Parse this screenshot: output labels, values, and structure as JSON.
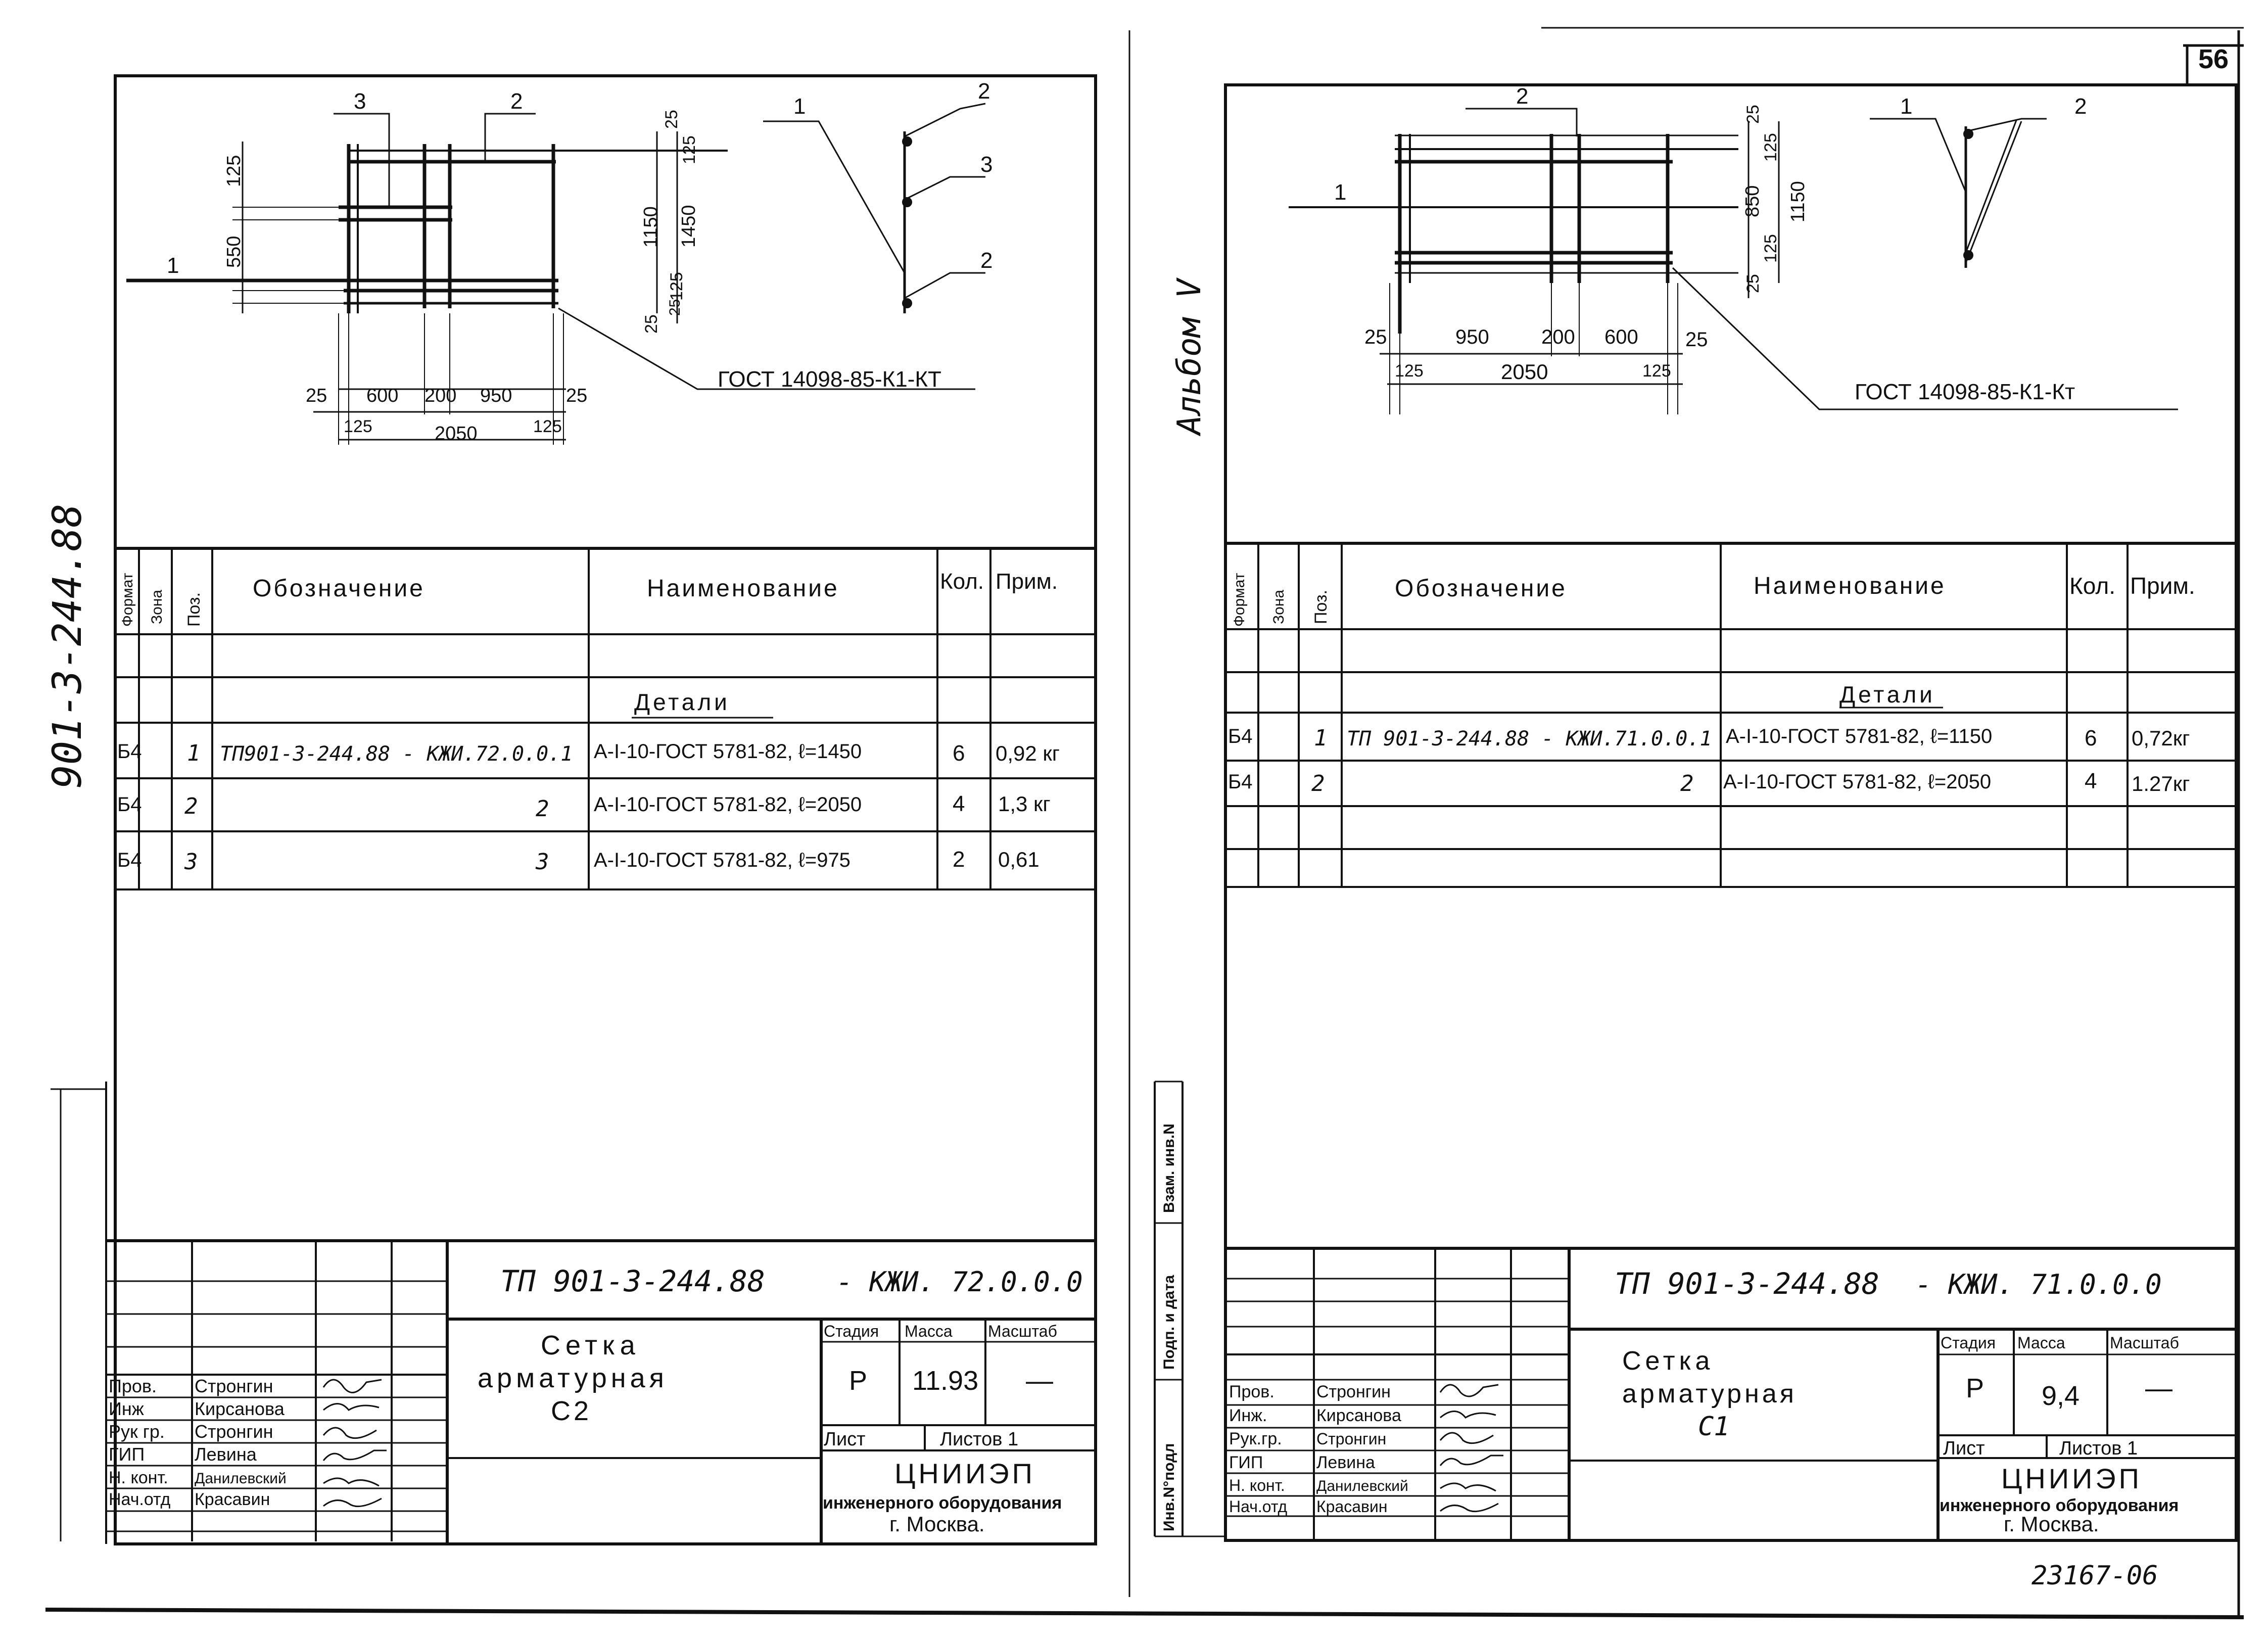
{
  "page_number": "56",
  "album_label": "Альбом V",
  "side_code": "901-3-244.88",
  "bottom_code": "23167-06",
  "left_sheet": {
    "drawing": {
      "pos_labels": [
        "3",
        "2",
        "1"
      ],
      "dims_vertical": [
        "125",
        "550",
        "1150",
        "1450",
        "25",
        "125",
        "25",
        "125",
        "25"
      ],
      "dims_horizontal": [
        "25",
        "600",
        "200",
        "950",
        "25",
        "125",
        "2050",
        "125"
      ],
      "section_labels": [
        "1",
        "2",
        "3",
        "2"
      ],
      "gost_note": "ГОСТ 14098-85-К1-КТ"
    },
    "spec": {
      "headers": {
        "format": "Формат",
        "zone": "Зона",
        "pos": "Поз.",
        "designation": "Обозначение",
        "name": "Наименование",
        "qty": "Кол.",
        "note": "Прим."
      },
      "section_title": "Детали",
      "rows": [
        {
          "format": "Б4",
          "pos": "1",
          "designation": "ТП901-3-244.88 - КЖИ.72.0.0.1",
          "name": "А-I-10-ГОСТ 5781-82, ℓ=1450",
          "qty": "6",
          "note": "0,92 кг"
        },
        {
          "format": "Б4",
          "pos": "2",
          "designation": "2",
          "name": "А-I-10-ГОСТ 5781-82, ℓ=2050",
          "qty": "4",
          "note": "1,3 кг"
        },
        {
          "format": "Б4",
          "pos": "3",
          "designation": "3",
          "name": "А-I-10-ГОСТ 5781-82, ℓ=975",
          "qty": "2",
          "note": "0,61"
        }
      ]
    },
    "stamp": {
      "doc_code": "ТП 901-3-244.88",
      "doc_suffix": "- КЖИ. 72.0.0.0",
      "title_lines": [
        "Сетка",
        "арматурная",
        "С2"
      ],
      "stage_header": "Стадия",
      "mass_header": "Масса",
      "scale_header": "Масштаб",
      "stage": "Р",
      "mass": "11.93",
      "scale": "—",
      "sheet_label": "Лист",
      "sheets_label": "Листов 1",
      "org_lines": [
        "ЦНИИЭП",
        "инженерного оборудования",
        "г. Москва."
      ],
      "signers": [
        {
          "role": "Пров.",
          "name": "Стронгин"
        },
        {
          "role": "Инж",
          "name": "Кирсанова"
        },
        {
          "role": "Рук гр.",
          "name": "Стронгин"
        },
        {
          "role": "ГИП",
          "name": "Левина"
        },
        {
          "role": "Н. конт.",
          "name": "Данилевский"
        },
        {
          "role": "Нач.отд",
          "name": "Красавин"
        }
      ]
    }
  },
  "right_sheet": {
    "drawing": {
      "pos_labels": [
        "2",
        "1"
      ],
      "dims_vertical": [
        "25",
        "125",
        "850",
        "1150",
        "125",
        "25"
      ],
      "dims_horizontal": [
        "25",
        "950",
        "200",
        "600",
        "25",
        "125",
        "2050",
        "125"
      ],
      "section_labels": [
        "1",
        "2"
      ],
      "gost_note": "ГОСТ 14098-85-К1-Кт"
    },
    "side_labels": [
      "Взам. инв.N",
      "Подп. и дата",
      "Инв.N°подл"
    ],
    "spec": {
      "headers": {
        "format": "Формат",
        "zone": "Зона",
        "pos": "Поз.",
        "designation": "Обозначение",
        "name": "Наименование",
        "qty": "Кол.",
        "note": "Прим."
      },
      "section_title": "Детали",
      "rows": [
        {
          "format": "Б4",
          "pos": "1",
          "designation": "ТП 901-3-244.88 - КЖИ.71.0.0.1",
          "name": "А-I-10-ГОСТ 5781-82, ℓ=1150",
          "qty": "6",
          "note": "0,72кг"
        },
        {
          "format": "Б4",
          "pos": "2",
          "designation": "2",
          "name": "А-I-10-ГОСТ 5781-82, ℓ=2050",
          "qty": "4",
          "note": "1.27кг"
        }
      ]
    },
    "stamp": {
      "doc_code": "ТП 901-3-244.88",
      "doc_suffix": "- КЖИ. 71.0.0.0",
      "title_lines": [
        "Сетка",
        "арматурная",
        "С1"
      ],
      "stage_header": "Стадия",
      "mass_header": "Масса",
      "scale_header": "Масштаб",
      "stage": "Р",
      "mass": "9,4",
      "scale": "—",
      "sheet_label": "Лист",
      "sheets_label": "Листов 1",
      "org_lines": [
        "ЦНИИЭП",
        "инженерного оборудования",
        "г. Москва."
      ],
      "signers": [
        {
          "role": "Пров.",
          "name": "Стронгин"
        },
        {
          "role": "Инж.",
          "name": "Кирсанова"
        },
        {
          "role": "Рук.гр.",
          "name": "Стронгин"
        },
        {
          "role": "ГИП",
          "name": "Левина"
        },
        {
          "role": "Н. конт.",
          "name": "Данилевский"
        },
        {
          "role": "Нач.отд",
          "name": "Красавин"
        }
      ]
    }
  }
}
